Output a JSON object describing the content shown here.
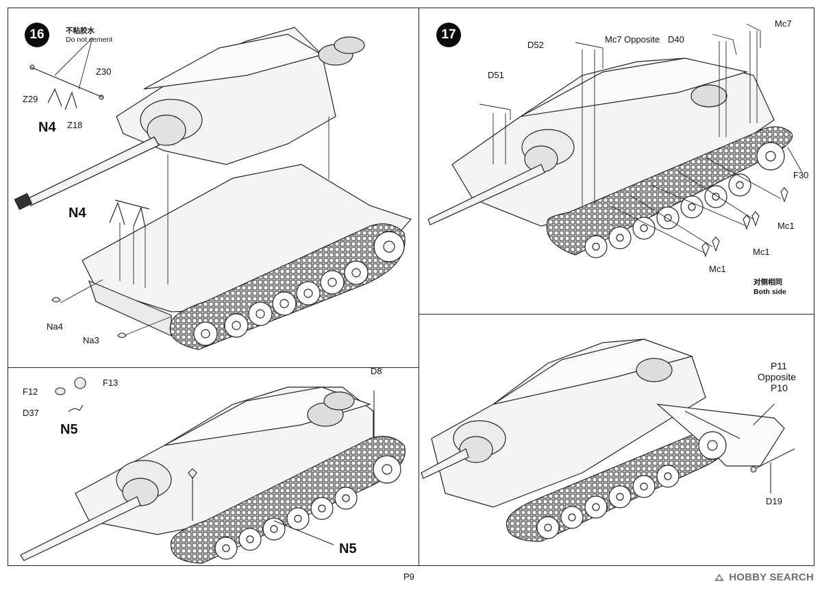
{
  "step16": {
    "number": "16",
    "note_cn": "不粘胶水",
    "note_en": "Do not cement",
    "parts": [
      "Z30",
      "Z29",
      "Z18",
      "Na4",
      "Na3"
    ],
    "callout": "N4",
    "callout_main": "N4"
  },
  "step17": {
    "number": "17",
    "parts": [
      "D52",
      "D51",
      "Mc7 Opposite",
      "D40",
      "Mc7",
      "F30",
      "Mc1",
      "Mc1",
      "Mc1"
    ],
    "note_cn": "对侧相同",
    "note_en": "Both side"
  },
  "subN5": {
    "parts": [
      "F12",
      "F13",
      "D37",
      "D8"
    ],
    "callout": "N5",
    "callout_main": "N5"
  },
  "subP": {
    "parts": [
      "P11",
      "Opposite",
      "P10",
      "D19"
    ]
  },
  "footer": {
    "page": "P9",
    "watermark": "HOBBY SEARCH"
  },
  "colors": {
    "ink": "#111111",
    "hull": "#f2f2f2",
    "watermark": "#6e6e6e"
  }
}
